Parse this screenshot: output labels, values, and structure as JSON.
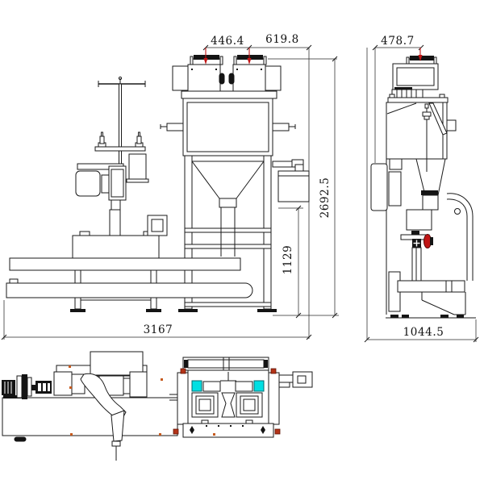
{
  "drawing": {
    "kind": "engineering-drawing",
    "dimensions": {
      "hopper_spacing": "446.4",
      "top_width_right": "619.8",
      "side_top_width": "478.7",
      "overall_height": "2692.5",
      "discharge_height": "1129",
      "overall_length": "3167",
      "side_overall_depth": "1044.5"
    },
    "colors": {
      "line": "#1a1a1a",
      "background": "#ffffff",
      "highlight_cyan": "#00dfe3",
      "arrow_red": "#c11515",
      "marker_orange": "#c65a1e",
      "fiducial_red": "#b43318"
    }
  }
}
